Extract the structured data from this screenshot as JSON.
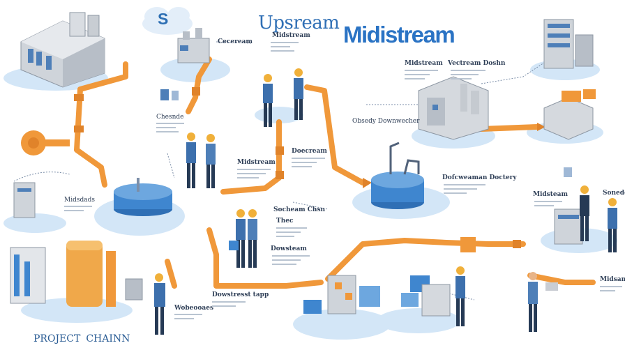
{
  "titles": {
    "logo_letter": "S",
    "upstream": "Upsream",
    "midstream": "Midistream"
  },
  "brand": {
    "part1": "PROJECT",
    "part2": "CHAINN"
  },
  "labels": {
    "ceeceream": "Ceceream",
    "midstream_small": "Midstream",
    "midstream_top": "Midstream",
    "vectream_doshn": "Vectream Doshn",
    "chesnde": "Chesnde",
    "obsedy_downwecher": "Obsedy Downwecher",
    "midstream_mid": "Midstream",
    "doecream": "Doecream",
    "midsdads": "Midsdads",
    "socheam_chsn": "Socheam Chsn",
    "thec": "Thec",
    "dofcweaman_dooteny": "Dofcweaman Doctery",
    "midsteam": "Midsteam",
    "sonedens": "Sonedens",
    "dowsteam": "Dowsteam",
    "dowstresst_tapp": "Dowstresst tapp",
    "wobeooaes": "Wobeooaes",
    "midsam": "Midsam"
  },
  "colors": {
    "orange": "#f0983a",
    "blue": "#3f86cf",
    "pad": "#d3e6f7",
    "navy": "#263a55",
    "gray": "#c9cdd3"
  }
}
